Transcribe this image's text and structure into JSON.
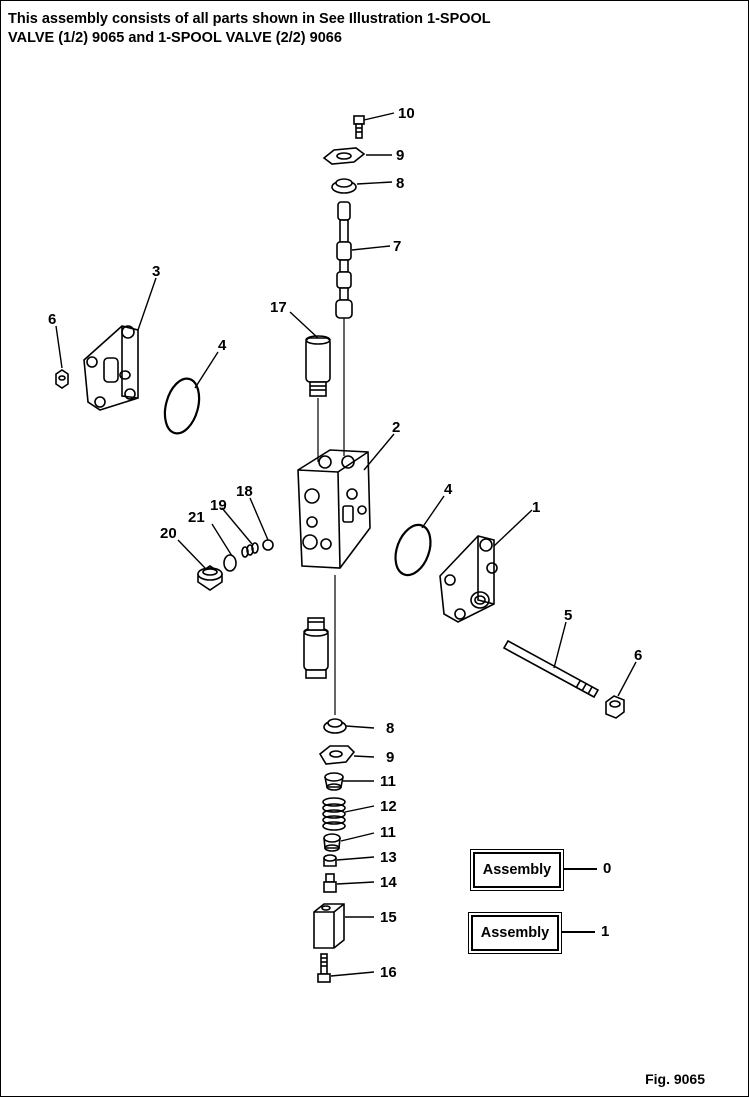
{
  "header": {
    "line1": "This assembly consists of all parts shown in See Illustration 1-SPOOL",
    "line2": "VALVE (1/2) 9065 and 1-SPOOL VALVE (2/2) 9066"
  },
  "figure_label": "Fig. 9065",
  "callouts": {
    "c1": "1",
    "c2": "2",
    "c3": "3",
    "c4a": "4",
    "c4b": "4",
    "c5": "5",
    "c6a": "6",
    "c6b": "6",
    "c7": "7",
    "c8a": "8",
    "c8b": "8",
    "c9a": "9",
    "c9b": "9",
    "c10": "10",
    "c11a": "11",
    "c11b": "11",
    "c12": "12",
    "c13": "13",
    "c14": "14",
    "c15": "15",
    "c16": "16",
    "c17": "17",
    "c18": "18",
    "c19": "19",
    "c20": "20",
    "c21": "21"
  },
  "assemblies": [
    {
      "label": "Assembly",
      "number": "0"
    },
    {
      "label": "Assembly",
      "number": "1"
    }
  ]
}
